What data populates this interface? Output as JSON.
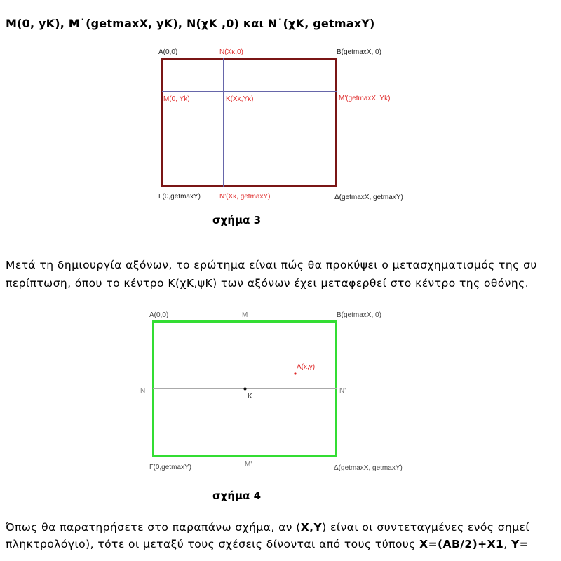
{
  "heading": "M(0, yΚ), M˙(getmaxX, yΚ), N(χΚ ,0) και N˙(χΚ, getmaxY)",
  "figure3": {
    "labels": {
      "a": "A(0,0)",
      "n": "N(Xκ,0)",
      "b": "B(getmaxX,  0)",
      "m": "M(0, Yk)",
      "k": "K(Xκ,Yκ)",
      "m_prime": "M'(getmaxX,  Yk)",
      "gamma": "Γ(0,getmaxY)",
      "n_prime": "N'(Xκ, getmaxY)",
      "delta": "Δ(getmaxX, getmaxY)"
    },
    "caption": "σχήμα 3",
    "colors": {
      "frame": "#7a1515",
      "axes": "#6666aa",
      "labels": "#e03030",
      "corners": "#222222"
    }
  },
  "paragraph1": {
    "line1": "Μετά τη δημιουργία αξόνων, το ερώτημα είναι πώς θα προκύψει ο μετασχηματισμός της συ",
    "line2": "περίπτωση, όπου το κέντρο Κ(χΚ,ψΚ) των αξόνων έχει μεταφερθεί στο κέντρο της οθόνης."
  },
  "figure4": {
    "labels": {
      "a": "A(0,0)",
      "m": "M",
      "b": "B(getmaxX,  0)",
      "point": "A(x,y)",
      "n": "N",
      "k": "K",
      "n_prime": "N'",
      "gamma": "Γ(0,getmaxY)",
      "m_prime": "M'",
      "delta": "Δ(getmaxX, getmaxY)"
    },
    "caption": "σχήμα 4",
    "colors": {
      "frame": "#33dd33",
      "axes": "#aaaaaa",
      "point": "#dd2222",
      "labels": "#444444"
    }
  },
  "paragraph2": {
    "line1_pre": "Όπως θα παρατηρήσετε στο παραπάνω σχήμα, αν (",
    "line1_bold": "X,Y",
    "line1_post": ") είναι οι συντεταγμένες ενός σημεί",
    "line2_pre": "πληκτρολόγιο), τότε οι μεταξύ τους σχέσεις δίνονται από τους τύπους ",
    "line2_bold1": "X=(AB/2)+X1",
    "line2_mid": ", ",
    "line2_bold2": "Y="
  }
}
